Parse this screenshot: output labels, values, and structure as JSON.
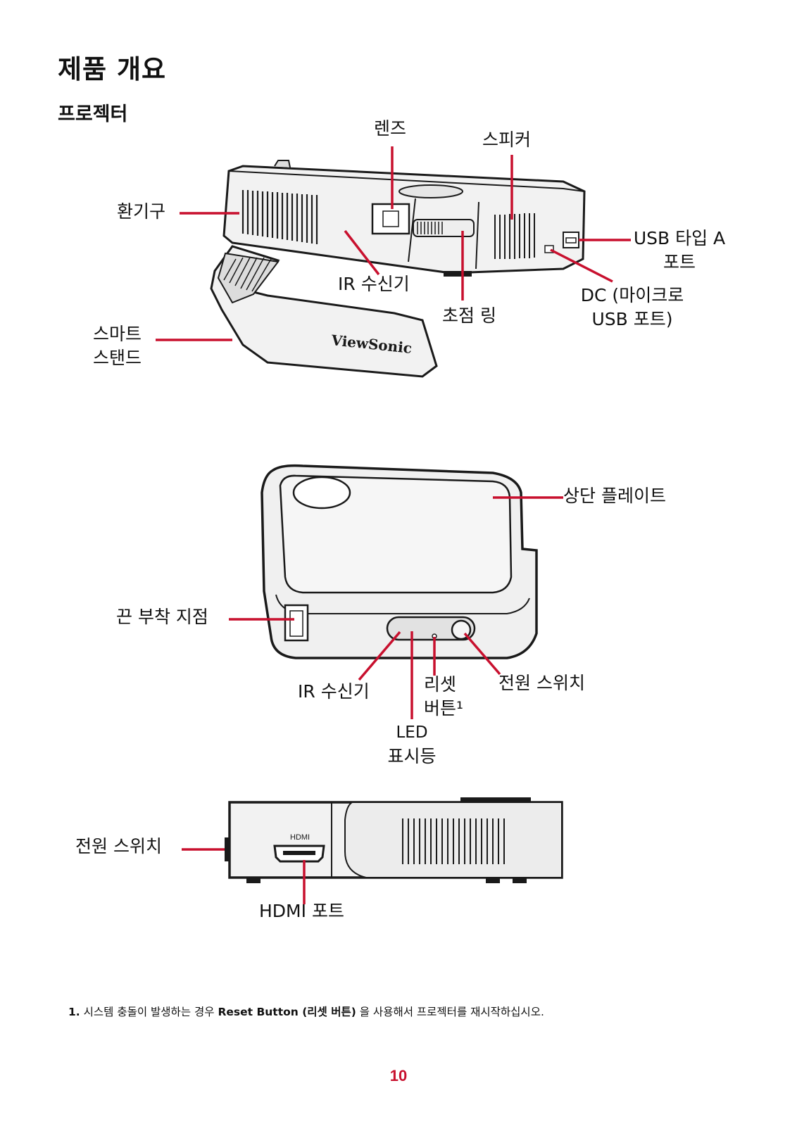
{
  "page": {
    "title": "제품 개요",
    "subtitle": "프로젝터",
    "page_number": "10"
  },
  "figure1": {
    "labels": {
      "lens": "렌즈",
      "speaker": "스피커",
      "vent": "환기구",
      "usb_a_line1": "USB 타입 A",
      "usb_a_line2": "포트",
      "ir_receiver": "IR 수신기",
      "focus_ring": "초점 링",
      "dc_line1": "DC (마이크로",
      "dc_line2": "USB 포트)",
      "smart_stand_line1": "스마트",
      "smart_stand_line2": "스탠드"
    },
    "brand": "ViewSonic"
  },
  "figure2": {
    "labels": {
      "top_plate": "상단 플레이트",
      "strap_point": "끈 부착 지점",
      "ir_receiver": "IR 수신기",
      "reset_line1": "리셋",
      "reset_line2": "버튼¹",
      "power_switch": "전원 스위치",
      "led_line1": "LED",
      "led_line2": "표시등"
    }
  },
  "figure3": {
    "labels": {
      "power_switch": "전원 스위치",
      "hdmi_port": "HDMI 포트",
      "hdmi_text": "HDMI"
    }
  },
  "footnote": {
    "number": "1.",
    "text_before": "시스템 충돌이 발생하는 경우",
    "bold": "Reset Button (리셋 버튼)",
    "text_after": "을 사용해서 프로젝터를 재시작하십시오."
  },
  "colors": {
    "callout": "#c8102e",
    "outline": "#1a1a1a",
    "body": "#f2f2f2"
  }
}
